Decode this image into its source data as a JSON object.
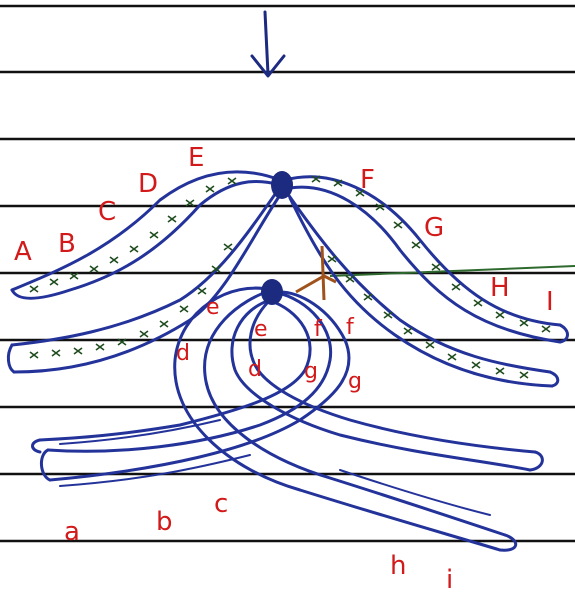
{
  "labels_upper": [
    "A",
    "B",
    "C",
    "D",
    "E",
    "F",
    "G",
    "H",
    "I"
  ],
  "labels_lower_inner": [
    "d",
    "e",
    "f",
    "g",
    "d",
    "e",
    "f",
    "g"
  ],
  "labels_lower_outer": [
    "a",
    "b",
    "c",
    "h",
    "i"
  ],
  "colors": {
    "ink_blue": "#23339a",
    "label_red": "#d21a1a",
    "hatch_green": "#1f4d1f",
    "ruled_line": "#111111",
    "brown_mark": "#a0521b"
  }
}
